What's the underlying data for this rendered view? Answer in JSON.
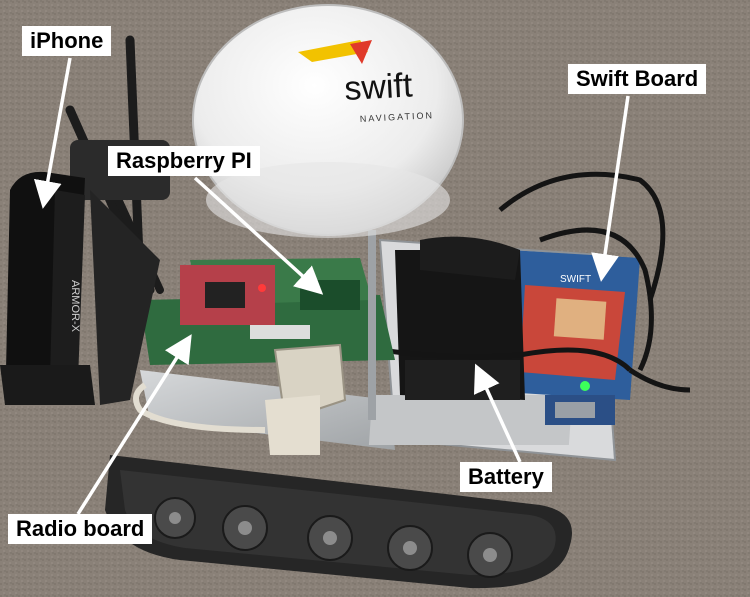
{
  "labels": {
    "iphone": "iPhone",
    "raspberry_pi": "Raspberry PI",
    "swift_board": "Swift Board",
    "battery": "Battery",
    "radio_board": "Radio board"
  },
  "antenna_brand": {
    "word": "swift",
    "sub": "NAVIGATION"
  },
  "phone_case_text": "ARMOR-X",
  "board_silkscreen": "SWIFT",
  "colors": {
    "carpet": "#8a8178",
    "label_bg": "#ffffff",
    "label_text": "#000000",
    "antenna_dome": "#f2f2f2",
    "board_green": "#2f6b3f",
    "board_red": "#c9473a",
    "board_blue": "#2e5e9c",
    "track": "#2a2a2a",
    "frame_metal": "#b9bcbf"
  }
}
